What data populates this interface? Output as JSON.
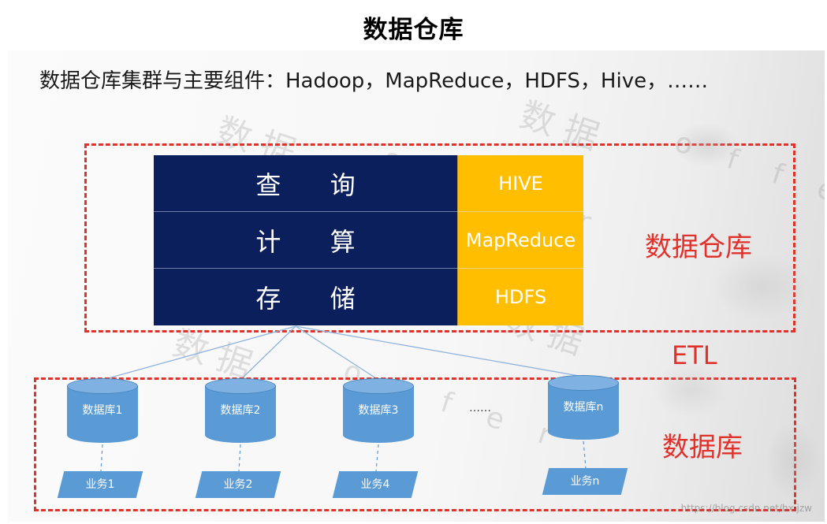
{
  "page_title": "数据仓库",
  "subtitle": "数据仓库集群与主要组件：Hadoop，MapReduce，HDFS，Hive，……",
  "warehouse": {
    "layers": [
      {
        "cn": "查 询",
        "en": "HIVE"
      },
      {
        "cn": "计 算",
        "en": "MapReduce"
      },
      {
        "cn": "存 储",
        "en": "HDFS"
      }
    ],
    "label": "数据仓库"
  },
  "etl_label": "ETL",
  "database_section": {
    "label": "数据库",
    "ellipsis": "……",
    "databases": [
      "数据库1",
      "数据库2",
      "数据库3",
      "数据库n"
    ],
    "businesses": [
      "业务1",
      "业务2",
      "业务4",
      "业务n"
    ]
  },
  "watermark": {
    "text1": "数 据",
    "text2": "o f f e r"
  },
  "footer_url": "https://blog.csdn.net/hx.jzw",
  "colors": {
    "accent_red": "#e0312b",
    "navy": "#0b1f5c",
    "gold": "#ffbf00",
    "db_blue": "#5b9bd5"
  }
}
